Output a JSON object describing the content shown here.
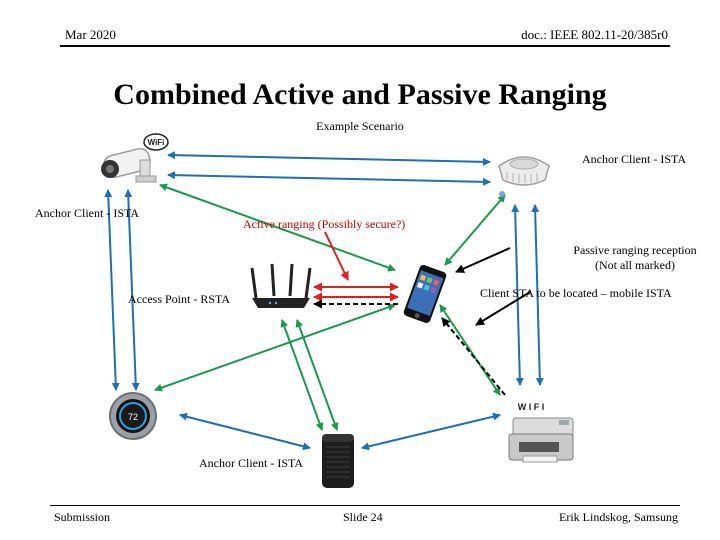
{
  "header": {
    "date": "Mar 2020",
    "doc_id": "doc.: IEEE 802.11-20/385r0"
  },
  "slide": {
    "title": "Combined Active and Passive Ranging",
    "subtitle": "Example Scenario"
  },
  "labels": {
    "anchor_top_right": "Anchor Client - ISTA",
    "anchor_left": "Anchor Client - ISTA",
    "active_ranging": "Active ranging (Possibly secure?)",
    "passive_reception_line1": "Passive ranging reception",
    "passive_reception_line2": "(Not all marked)",
    "client_sta": "Client STA to be located – mobile ISTA",
    "access_point": "Access Point - RSTA",
    "anchor_bottom": "Anchor Client - ISTA",
    "wifi_badge": "WiFi",
    "printer_badge": "W I F I"
  },
  "footer": {
    "left": "Submission",
    "center": "Slide 24",
    "right": "Erik Lindskog, Samsung"
  },
  "colors": {
    "active_link": "#1a9a4a",
    "passive_link": "#1f6fb4",
    "highlight": "#e02020",
    "reception": "#000000"
  }
}
